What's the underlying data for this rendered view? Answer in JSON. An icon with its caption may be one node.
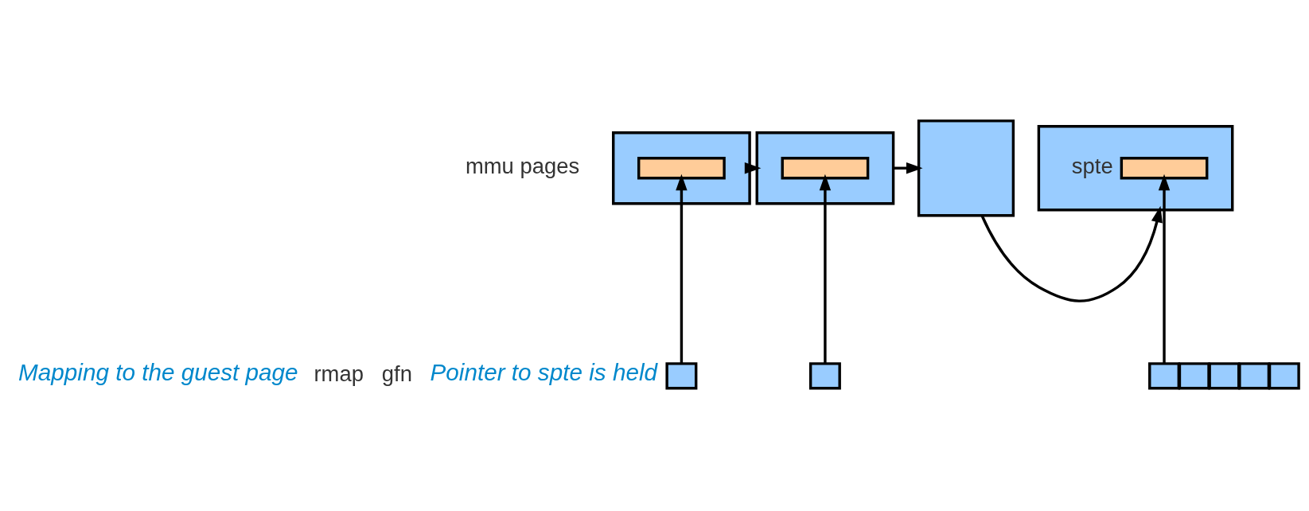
{
  "diagram": {
    "nodes": [
      {
        "text": [],
        "shape": "box"
      },
      {
        "text": [],
        "shape": "bar",
        "in": 0
      },
      {
        "text": [],
        "shape": "box"
      },
      {
        "text": [],
        "shape": "bar",
        "in": 2
      },
      {
        "text": [],
        "shape": "box"
      },
      {
        "text": [],
        "shape": "box"
      },
      {
        "text": [],
        "shape": "bar",
        "in": 5,
        "beside": [
          "spte"
        ]
      },
      {
        "text": [],
        "shape": "box"
      },
      {
        "text": [],
        "shape": "box"
      },
      {
        "text": [],
        "shape": "box"
      },
      {
        "text": [],
        "shape": "box"
      },
      {
        "text": [],
        "shape": "box"
      },
      {
        "text": [],
        "shape": "box"
      },
      {
        "text": [],
        "shape": "box"
      }
    ],
    "edges": [
      {
        "from": 0,
        "to": 2,
        "arrow": "to"
      },
      {
        "from": 2,
        "to": 4,
        "arrow": "to"
      },
      {
        "from": 4,
        "to": 5,
        "arrow": "to"
      },
      {
        "from": 7,
        "to": 1,
        "arrow": "to"
      },
      {
        "from": 10,
        "to": 3,
        "arrow": "to"
      },
      {
        "from": 12,
        "to": 6,
        "arrow": "to"
      }
    ],
    "labels": [
      "Mapping to the guest page",
      "mmu pages",
      "rmap",
      "gfn",
      "Pointer to spte is held"
    ]
  }
}
